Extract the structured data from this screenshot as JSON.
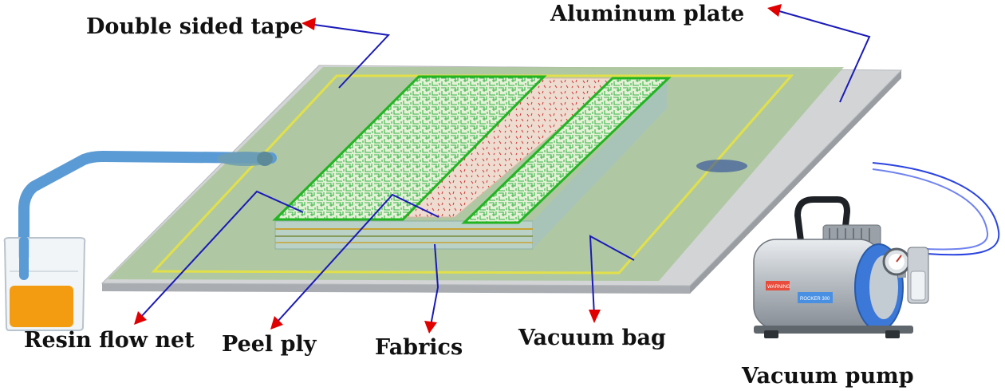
{
  "labels": {
    "double_sided_tape": "Double sided tape",
    "aluminum_plate": "Aluminum plate",
    "resin_flow_net": "Resin flow net",
    "peel_ply": "Peel ply",
    "fabrics": "Fabrics",
    "vacuum_bag": "Vacuum bag",
    "vacuum_pump": "Vacuum pump"
  },
  "pump_nameplate": {
    "warning_text": "WARNING",
    "model_text": "ROCKER 300"
  },
  "colors": {
    "aluminum_plate": "#d2d4d6",
    "vacuum_bag": "#a9c69a",
    "tape": "#e2e04a",
    "flow_net": "#2fbf2f",
    "peel_ply": "#ead3c5",
    "resin_line": "#5b9bd5",
    "vacuum_line": "#1f3fd6",
    "leader_line": "#1a1ab8",
    "arrow_head": "#e00000",
    "resin": "#f39c12"
  }
}
